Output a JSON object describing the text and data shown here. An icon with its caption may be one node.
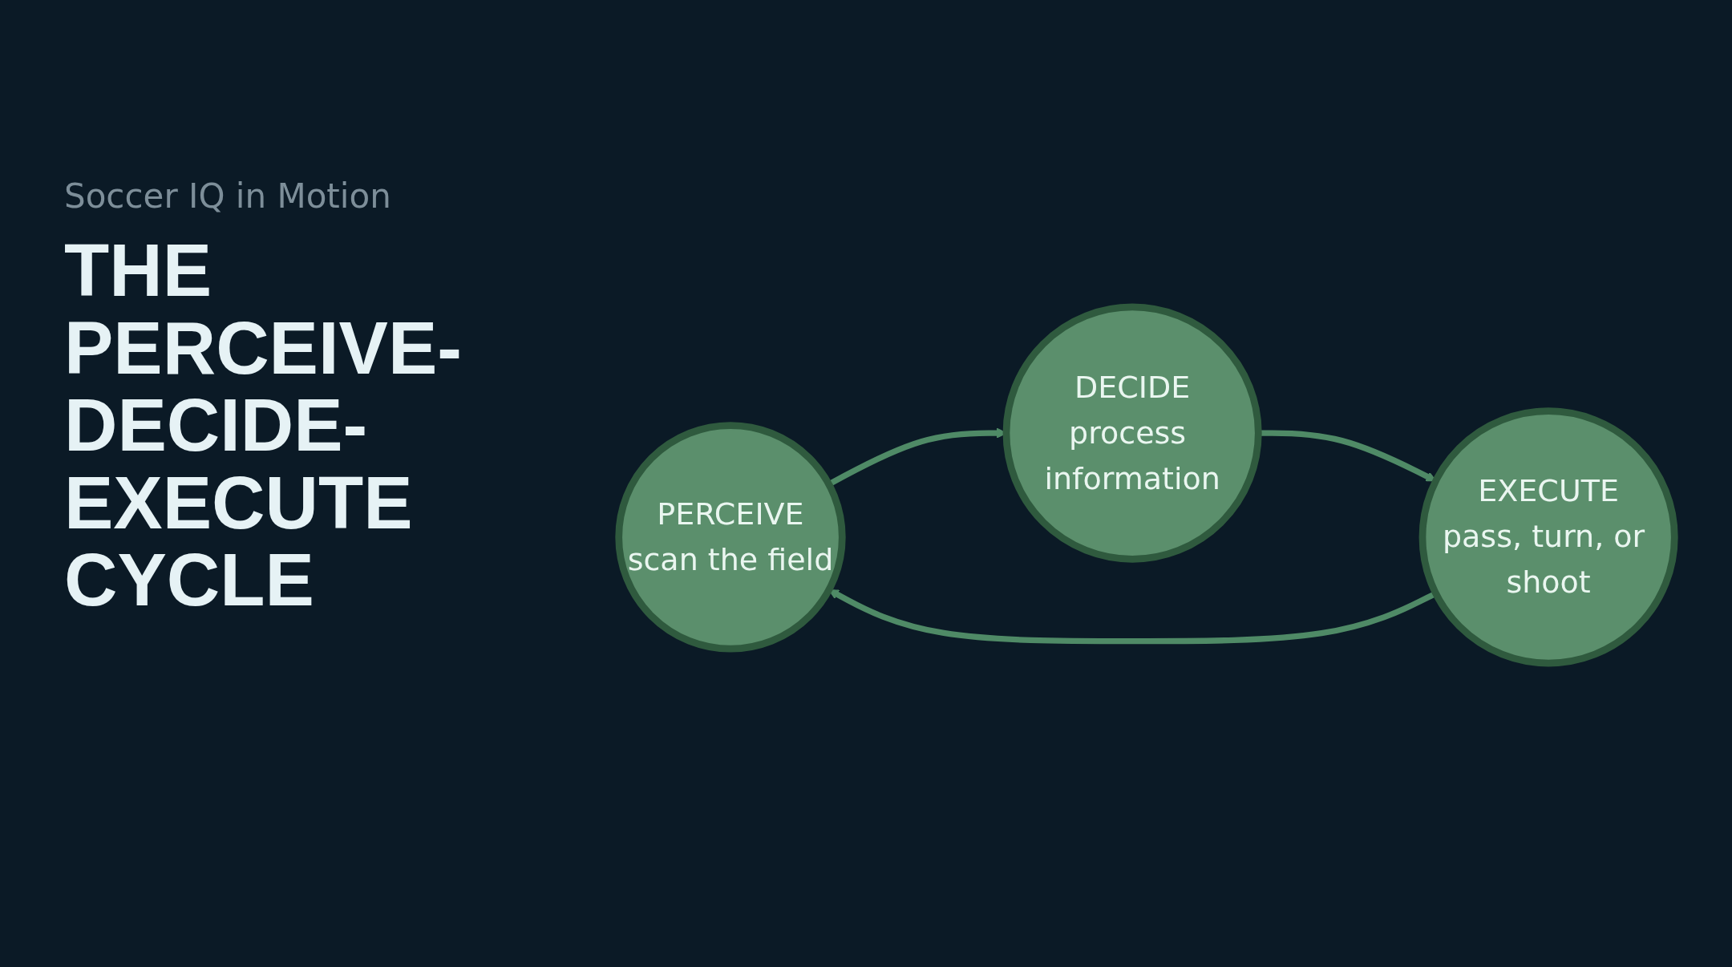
{
  "diagram": {
    "title": "THE PERCEIVE-DECIDE-EXECUTE CYCLE",
    "nodes": [
      {
        "text": [
          "PERCEIVE",
          "scan the field"
        ]
      },
      {
        "text": [
          "DECIDE",
          "process information"
        ]
      },
      {
        "text": [
          "EXECUTE",
          "pass, turn, or shoot"
        ]
      }
    ],
    "edges": [
      {
        "from": 0,
        "to": 1,
        "arrow": "to"
      },
      {
        "from": 1,
        "to": 2,
        "arrow": "to"
      },
      {
        "from": 2,
        "to": 0,
        "arrow": "to"
      }
    ],
    "labels": [
      "Soccer IQ in Motion"
    ]
  }
}
